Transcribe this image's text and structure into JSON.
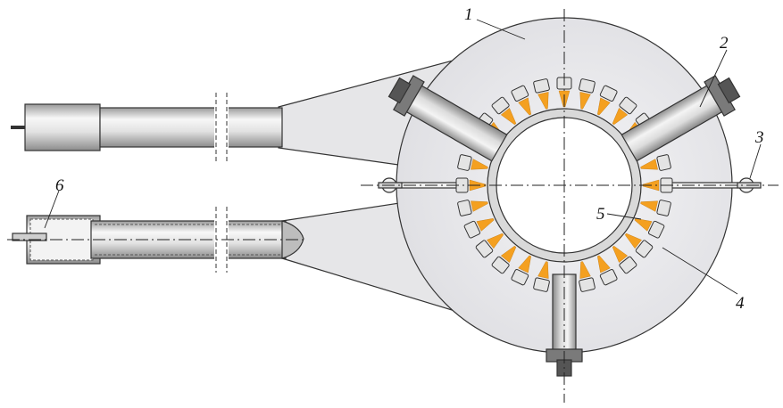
{
  "labels": {
    "housing": "1",
    "injector_right": "2",
    "probe_right": "3",
    "magnet_segment": "4",
    "inner_chamber": "5",
    "rear_cylinder": "6"
  },
  "counts": {
    "ring_segments": 28
  },
  "colors": {
    "housing_fill": "#e9e9ec",
    "metal_light": "#f7f7f7",
    "metal_dark": "#9a9a9a",
    "segment_fill": "#e4e4e4",
    "plasma_orange": "#f4a020",
    "outline": "#333333",
    "axis": "#222222"
  }
}
